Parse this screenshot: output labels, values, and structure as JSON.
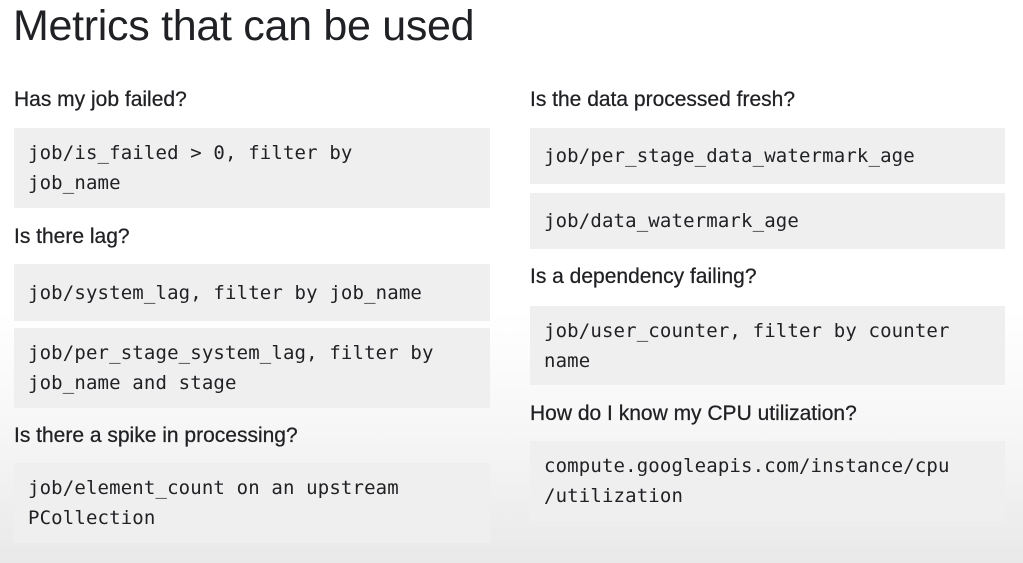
{
  "title": "Metrics that can be used",
  "left": {
    "q1": "Has my job failed?",
    "c1": "job/is_failed > 0, filter by\njob_name",
    "q2": "Is there lag?",
    "c2a": "job/system_lag, filter by job_name",
    "c2b": "job/per_stage_system_lag, filter by\njob_name and stage",
    "q3": "Is there a spike in processing?",
    "c3": "job/element_count on an upstream\nPCollection"
  },
  "right": {
    "q1": "Is the data processed fresh?",
    "c1a": "job/per_stage_data_watermark_age",
    "c1b": "job/data_watermark_age",
    "q2": "Is a dependency failing?",
    "c2": "job/user_counter, filter by counter\nname",
    "q3": "How do I know my CPU utilization?",
    "c3": "compute.googleapis.com/instance/cpu\n/utilization"
  }
}
